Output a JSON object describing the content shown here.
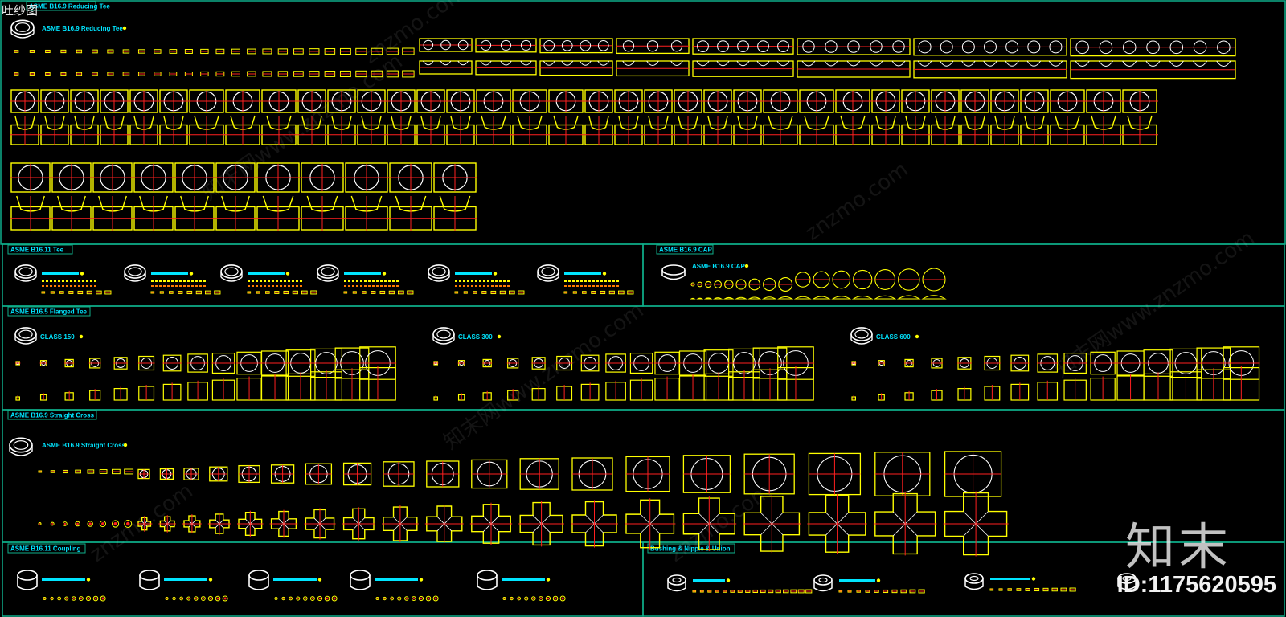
{
  "window": {
    "top_label": "吐纱图"
  },
  "sections": [
    {
      "key": "reducing_tee",
      "title": "ASME B16.9 Reducing Tee"
    },
    {
      "key": "tee",
      "title": "ASME B16.11 Tee"
    },
    {
      "key": "cap",
      "title": "ASME B16.9 CAP"
    },
    {
      "key": "flanged_tee",
      "title": "ASME B16.5 Flanged Tee"
    },
    {
      "key": "straight_cross",
      "title": "ASME B16.9 Straight Cross"
    },
    {
      "key": "coupling",
      "title": "ASME B16.11 Coupling"
    },
    {
      "key": "bushing",
      "title": "Bushing & Nipple & Union"
    }
  ],
  "labels": {
    "reducing_tee_sub": "ASME B16.9 Reducing Tee",
    "cap_sub": "ASME B16.9 CAP",
    "flanged_classes": [
      "CLASS 150",
      "CLASS 300",
      "CLASS 600"
    ],
    "cross_sub": "ASME B16.9 Straight Cross"
  },
  "colors": {
    "background": "#000000",
    "frame": "#0fae8a",
    "body": "#ffff00",
    "centerline": "#ff2020",
    "label": "#00e5ff",
    "outline": "#ffffff",
    "accent": "#ff7a00"
  },
  "watermark": {
    "brand": "知末",
    "id": "ID:1175620595",
    "tiles": [
      "znzmo.com",
      "知末网www.znzmo.com"
    ]
  }
}
